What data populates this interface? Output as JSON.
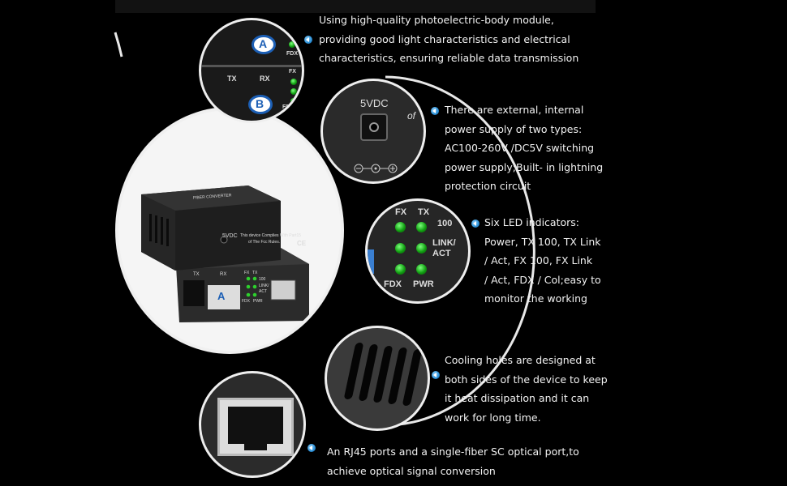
{
  "features": [
    {
      "id": "module",
      "lines": [
        "Using high-quality photoelectric-body module,",
        "providing good light characteristics and electrical",
        "characteristics, ensuring reliable data transmission"
      ]
    },
    {
      "id": "power",
      "lines": [
        "There are external, internal",
        "power supply of two types:",
        "AC100-260V /DC5V switching",
        "power supply;Built- in lightning",
        "protection circuit"
      ]
    },
    {
      "id": "leds",
      "lines": [
        "Six LED indicators:",
        "Power, TX 100, TX Link",
        "/ Act, FX 100, FX Link",
        "/ Act, FDX / Col;easy to",
        "monitor the working"
      ]
    },
    {
      "id": "cooling",
      "lines": [
        "Cooling holes are designed at",
        "both sides of the device to keep",
        " it heat dissipation and it can",
        "work for long time."
      ]
    },
    {
      "id": "ports",
      "lines": [
        "An RJ45 ports and a single-fiber SC optical port,to",
        "achieve optical signal conversion"
      ]
    }
  ],
  "device": {
    "power_label": "5VDC",
    "fcc_text_1": "This device Complies With Part15",
    "fcc_text_2": "of The Fcc Rules.",
    "tx": "TX",
    "rx": "RX",
    "port_badge": "A",
    "fx": "FX",
    "tx_small": "TX",
    "s100": "100",
    "link": "LINK/",
    "act": "ACT",
    "fdx": "FDX",
    "pwr": "PWR",
    "ce": "CE",
    "top_label": "FIBER CONVERTER"
  },
  "zoom_module": {
    "badge_a": "A",
    "badge_b": "B",
    "tx": "TX",
    "rx": "RX",
    "fdx": "FDX",
    "fx": "FX",
    "fd": "FD"
  },
  "zoom_power": {
    "label": "5VDC",
    "of": "of"
  },
  "zoom_leds": {
    "fx": "FX",
    "tx": "TX",
    "s100": "100",
    "link": "LINK/",
    "act": "ACT",
    "fdx": "FDX",
    "pwr": "PWR"
  }
}
